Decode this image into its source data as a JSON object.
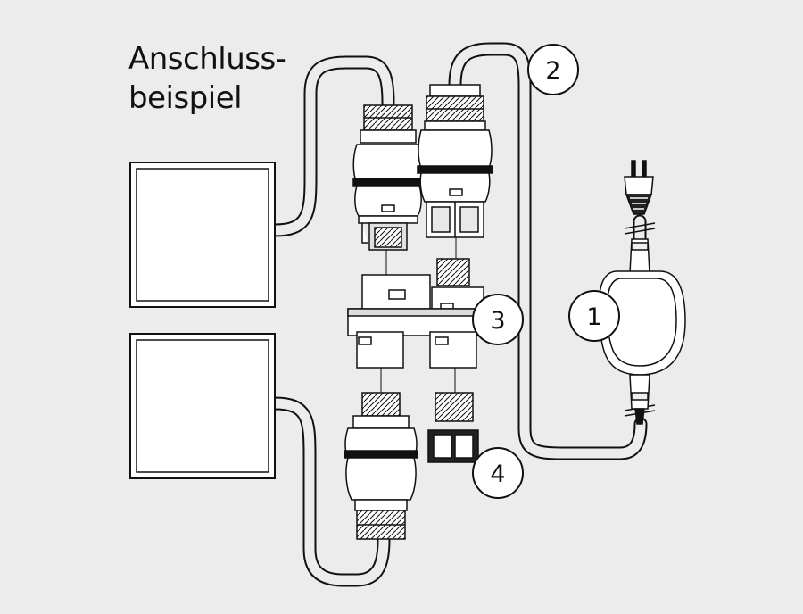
{
  "title": {
    "line1": "Anschluss-",
    "line2": "beispiel"
  },
  "callouts": {
    "power_supply": "1",
    "power_cable": "2",
    "distributor": "3",
    "end_cap": "4"
  },
  "colors": {
    "background": "#ececec",
    "line": "#111111",
    "fill": "#ffffff"
  }
}
